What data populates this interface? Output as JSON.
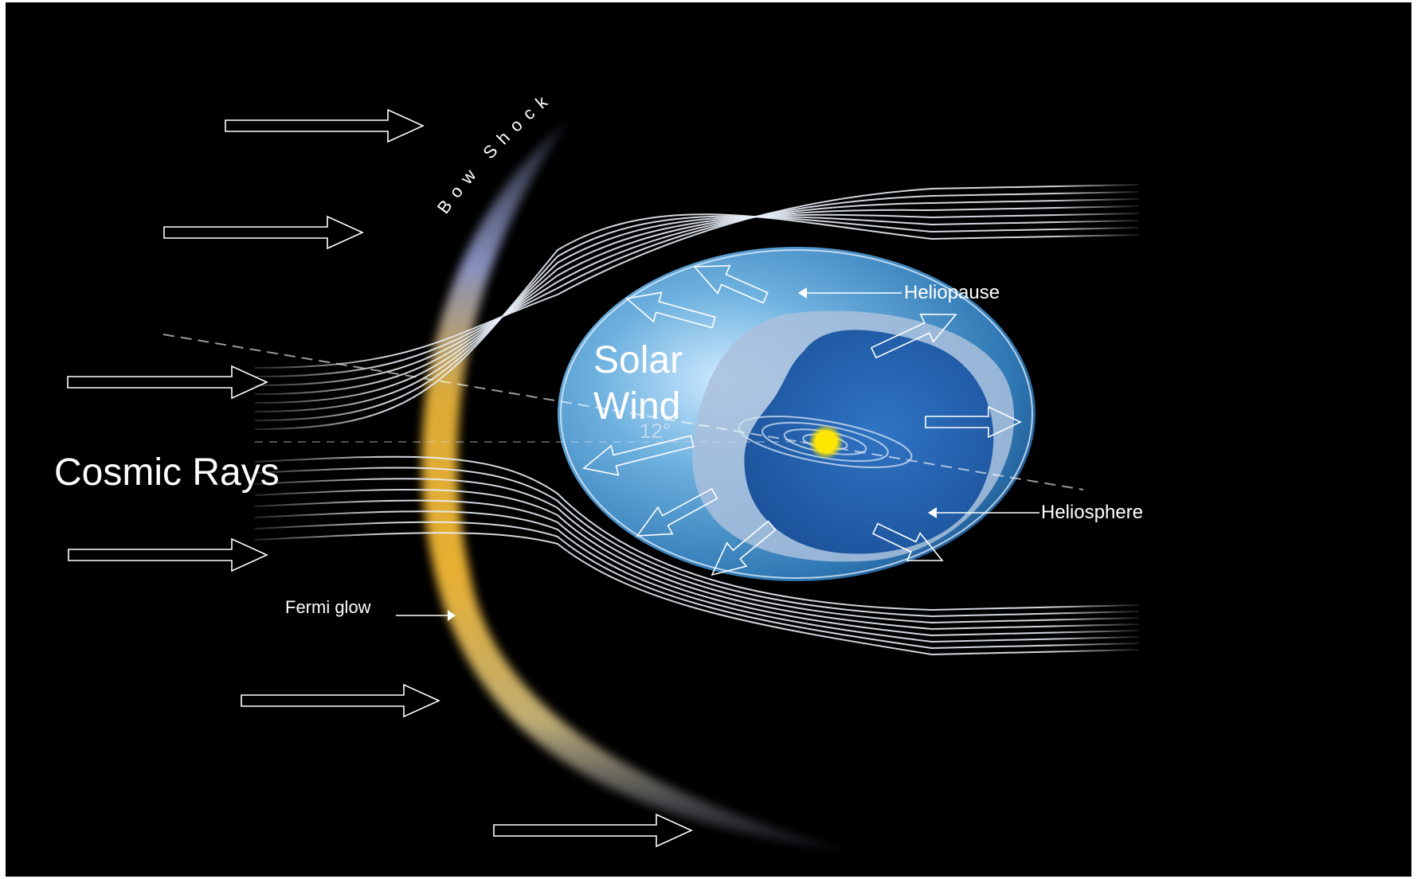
{
  "labels": {
    "bow_shock": "Bow Shock",
    "heliopause": "Heliopause",
    "heliosphere": "Heliosphere",
    "fermi_glow": "Fermi glow",
    "angle": "12°",
    "cosmic_rays": "Cosmic Rays",
    "solar_wind_line1": "Solar",
    "solar_wind_line2": "Wind"
  },
  "colors": {
    "space": "#000000",
    "frame": "#ffffff",
    "sun": "#ffe600",
    "heliosphere_inner": "#1e5fb0",
    "heliosheath": "#5fa8d8",
    "bow_shock_glow": "#f2b632",
    "bow_shock_edge": "#9aa6d6",
    "field_lines": "#e8eef6",
    "arrow_stroke": "#ffffff"
  },
  "icons": {
    "cosmic_ray_arrows": "right-arrow-outline-icon",
    "solar_wind_arrows": "radial-arrow-outline-icon",
    "label_pointer": "triangle-pointer-icon"
  }
}
